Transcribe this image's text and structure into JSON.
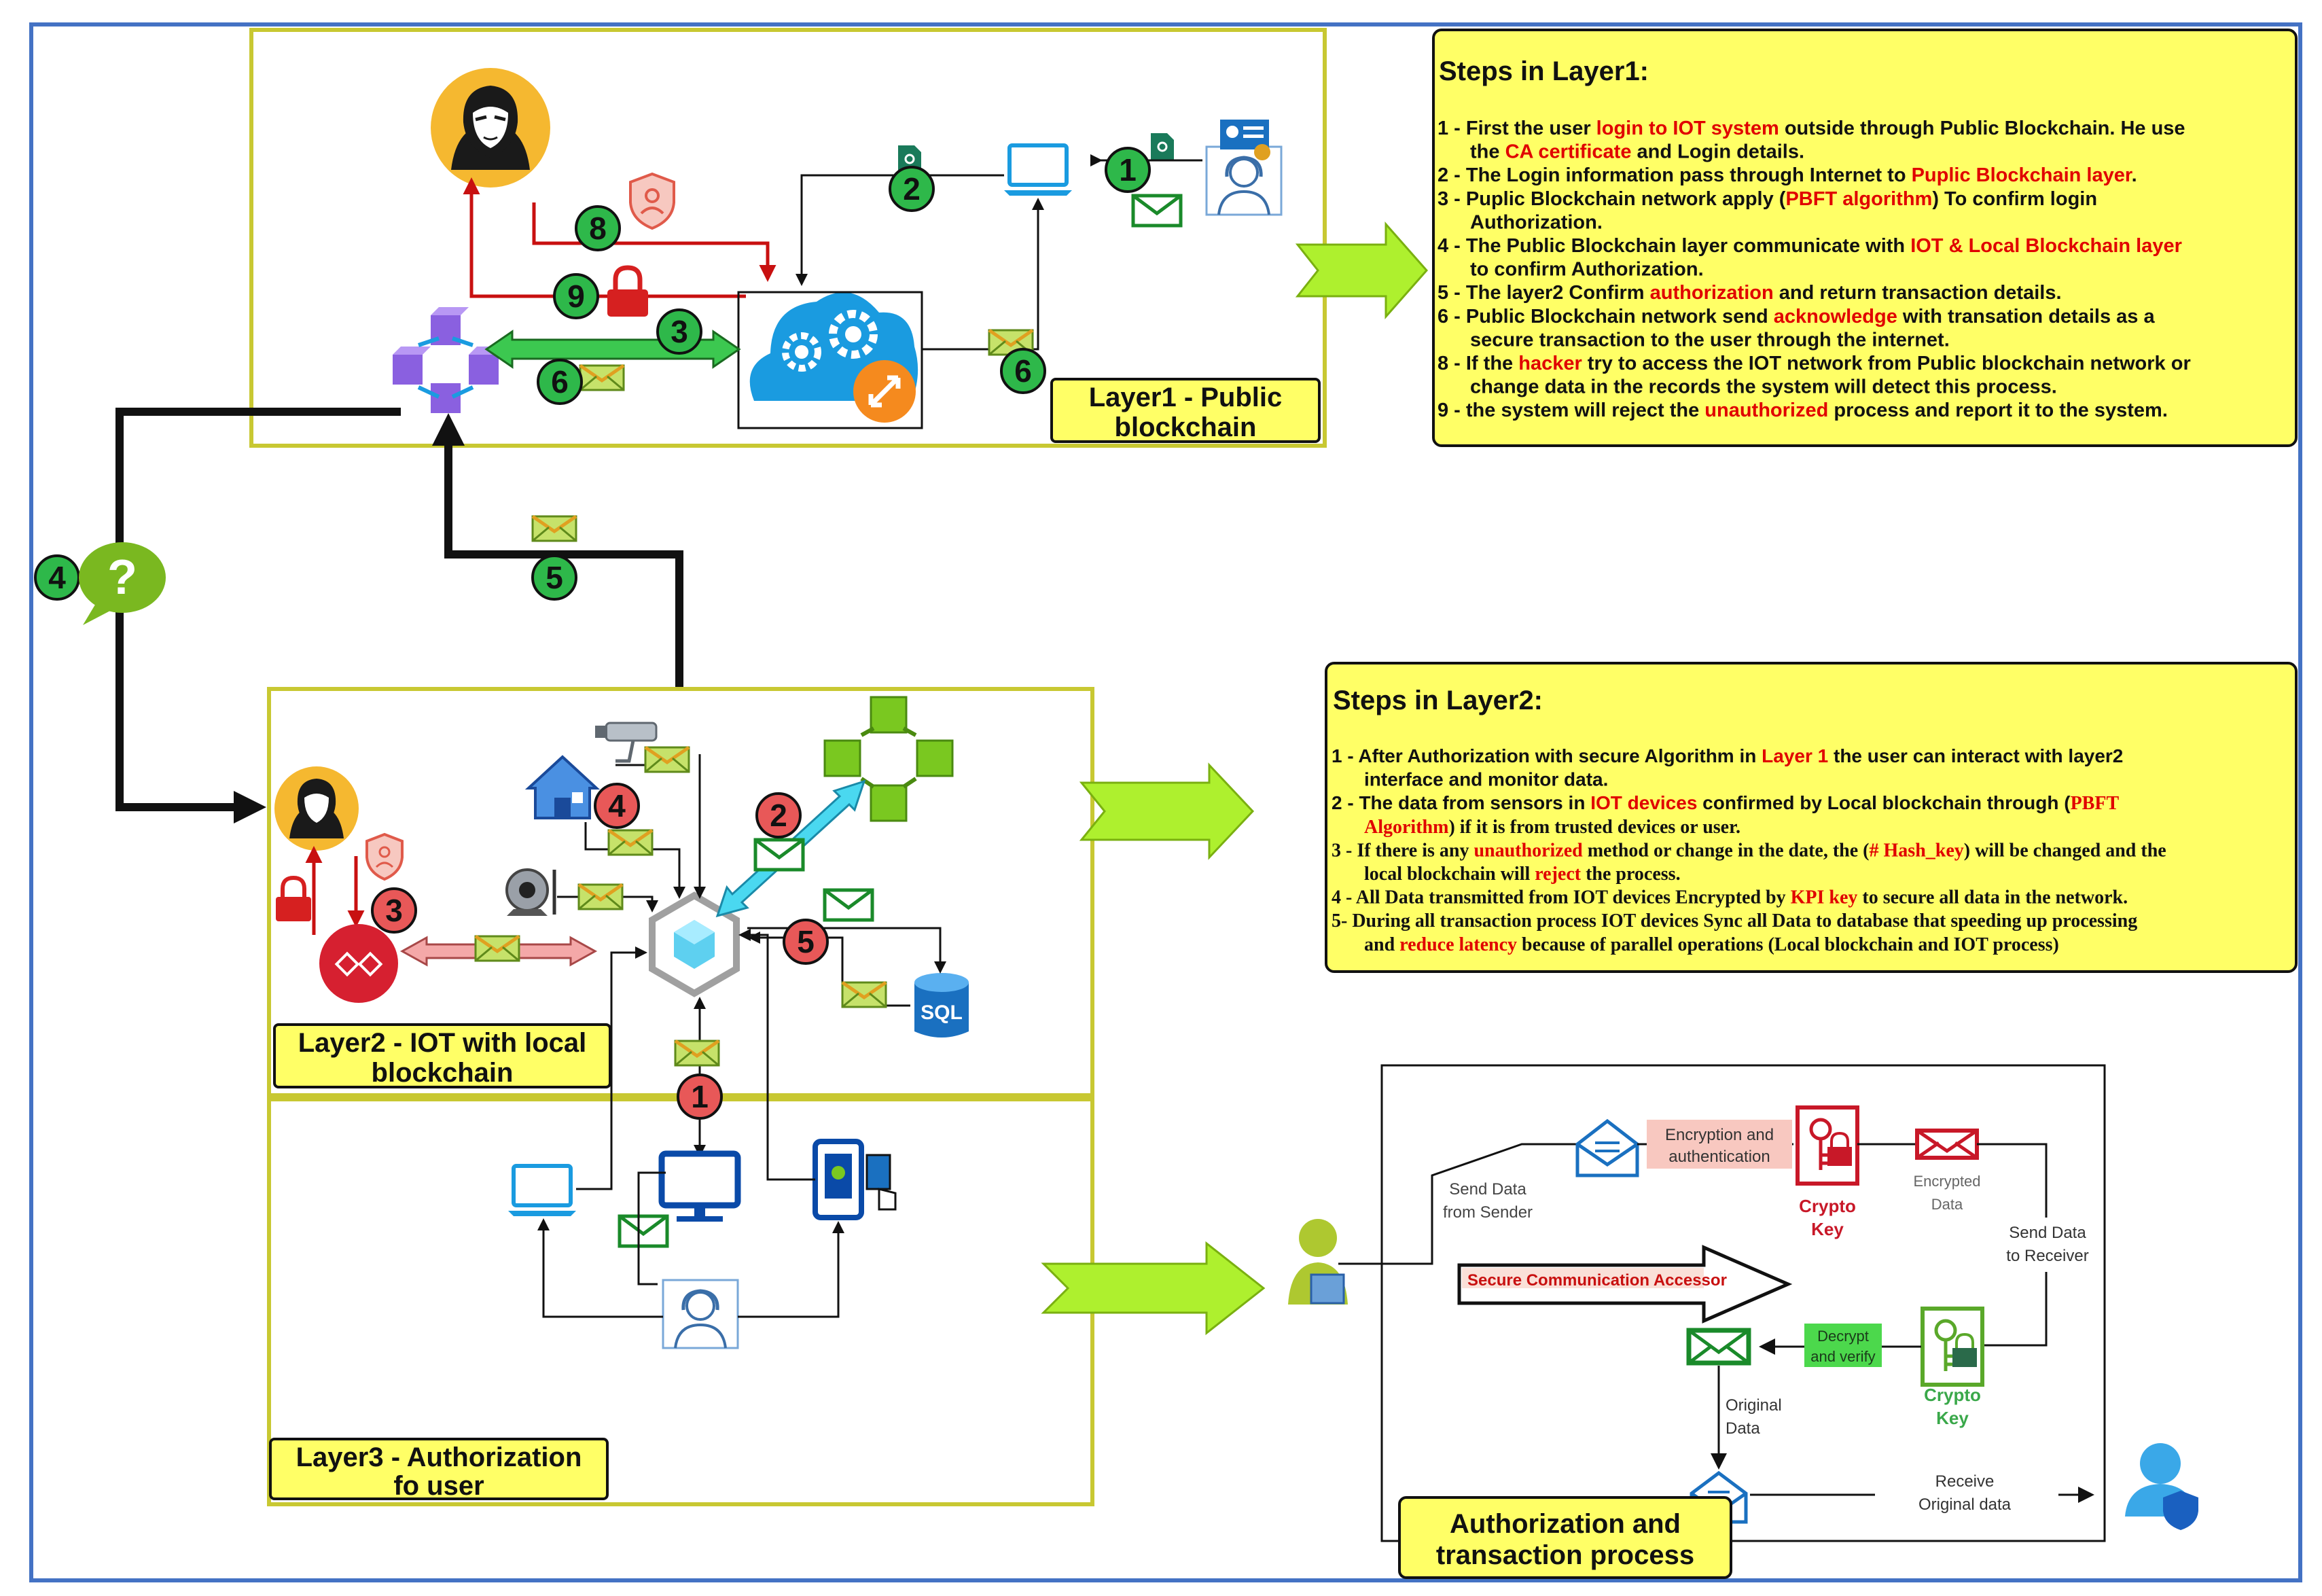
{
  "layer1": {
    "label_line1": "Layer1 - Public",
    "label_line2": "blockchain"
  },
  "layer2": {
    "label_line1": "Layer2 - IOT with local",
    "label_line2": "blockchain"
  },
  "layer3": {
    "label_line1": "Layer3 - Authorization",
    "label_line2": "fo user"
  },
  "markers": {
    "one": "1",
    "two": "2",
    "three": "3",
    "four": "4",
    "five": "5",
    "six": "6",
    "eight": "8",
    "nine": "9",
    "question": "?",
    "sql": "SQL"
  },
  "steps1": {
    "title": "Steps in Layer1:",
    "lines": [
      [
        {
          "t": "1 - First the user "
        },
        {
          "t": "login to IOT system",
          "r": true
        },
        {
          "t": " outside through Public Blockchain. He use"
        }
      ],
      [
        {
          "t": "the "
        },
        {
          "t": "CA certificate",
          "r": true
        },
        {
          "t": " and Login details."
        }
      ],
      [
        {
          "t": "2 - The Login information pass through Internet to "
        },
        {
          "t": "Puplic Blockchain layer",
          "r": true
        },
        {
          "t": "."
        }
      ],
      [
        {
          "t": "3 - Puplic Blockchain network apply ("
        },
        {
          "t": "PBFT algorithm",
          "r": true
        },
        {
          "t": ") To confirm login"
        }
      ],
      [
        {
          "t": "Authorization."
        }
      ],
      [
        {
          "t": "4 - The Public Blockchain layer communicate with "
        },
        {
          "t": "IOT & Local Blockchain layer",
          "r": true
        }
      ],
      [
        {
          "t": "to confirm Authorization."
        }
      ],
      [
        {
          "t": "5 - The layer2 Confirm "
        },
        {
          "t": "authorization",
          "r": true
        },
        {
          "t": " and return transaction details."
        }
      ],
      [
        {
          "t": "6 - Public Blockchain network send "
        },
        {
          "t": "acknowledge",
          "r": true
        },
        {
          "t": " with transation details as a"
        }
      ],
      [
        {
          "t": "secure transaction to the user through the internet."
        }
      ],
      [
        {
          "t": "8 - If the "
        },
        {
          "t": "hacker",
          "r": true
        },
        {
          "t": " try to access the IOT network from Public blockchain  network or"
        }
      ],
      [
        {
          "t": "change data in the records the system will detect this process."
        }
      ],
      [
        {
          "t": "9 - the system will reject the "
        },
        {
          "t": "unauthorized",
          "r": true
        },
        {
          "t": " process and report it to the system."
        }
      ]
    ]
  },
  "steps2": {
    "title": "Steps in Layer2:",
    "lines": [
      [
        {
          "t": "1 - After Authorization with secure Algorithm in "
        },
        {
          "t": "Layer 1",
          "r": true
        },
        {
          "t": " the user can interact with layer2"
        }
      ],
      [
        {
          "t": "interface and monitor data."
        }
      ],
      [
        {
          "t": "2 - The data from sensors in "
        },
        {
          "t": "IOT devices",
          "r": true
        },
        {
          "t": " confirmed by Local blockchain through ("
        },
        {
          "t": "PBFT",
          "r": true,
          "s": true
        }
      ],
      [
        {
          "t": "Algorithm",
          "r": true,
          "s": true
        },
        {
          "t": ") if it is from trusted devices or user.",
          "s": true
        }
      ],
      [
        {
          "t": "3 - If there is any ",
          "s": true
        },
        {
          "t": "unauthorized",
          "r": true,
          "s": true
        },
        {
          "t": " method or change in the date, the (",
          "s": true
        },
        {
          "t": "# Hash_key",
          "r": true,
          "s": true
        },
        {
          "t": ") will be changed and the",
          "s": true
        }
      ],
      [
        {
          "t": "local blockchain will ",
          "s": true
        },
        {
          "t": "reject",
          "r": true,
          "s": true
        },
        {
          "t": " the process.",
          "s": true
        }
      ],
      [
        {
          "t": "4 -  All Data transmitted from IOT devices Encrypted by ",
          "s": true
        },
        {
          "t": "KPI key",
          "r": true,
          "s": true
        },
        {
          "t": " to secure all data in the network.",
          "s": true
        }
      ],
      [
        {
          "t": "5- During all transaction process IOT devices Sync all Data to database that speeding up processing",
          "s": true
        }
      ],
      [
        {
          "t": "and ",
          "s": true
        },
        {
          "t": "reduce latency",
          "r": true,
          "s": true
        },
        {
          "t": " because of parallel operations (Local blockchain and IOT process)",
          "s": true
        }
      ]
    ]
  },
  "auth": {
    "send_line1": "Send Data",
    "send_line2": "from Sender",
    "enc_line1": "Encryption and",
    "enc_line2": "authentication",
    "crypto_line1": "Crypto",
    "crypto_line2": "Key",
    "encrypted_line1": "Encrypted",
    "encrypted_line2": "Data",
    "sendrecv_line1": "Send Data",
    "sendrecv_line2": "to  Receiver",
    "secure": "Secure Communication Accessor",
    "decrypt_line1": "Decrypt",
    "decrypt_line2": "and verify",
    "original_line1": "Original",
    "original_line2": "Data",
    "receive_line1": "Receive",
    "receive_line2": "Original data",
    "title_line1": "Authorization and",
    "title_line2": "transaction process"
  },
  "colors": {
    "frame": "#4472c4",
    "layer_border": "#c8c832",
    "label_fill": "#ffff66",
    "steps_fill": "#ffff66",
    "green_badge": "#2eb84a",
    "red_badge": "#e85858",
    "red_text": "#e00000",
    "envelope": "#c6e26a",
    "green_arrow": "#aef02e",
    "blue_icon": "#1a9be0",
    "hacker": "#f5b830"
  }
}
